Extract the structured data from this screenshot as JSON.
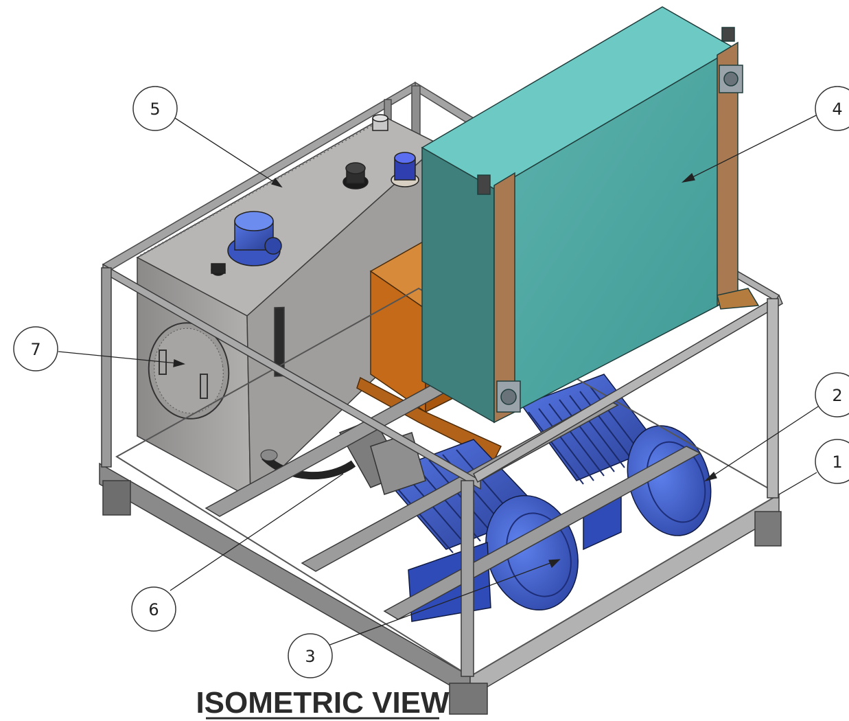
{
  "caption": "ISOMETRIC VIEW",
  "balloons": [
    {
      "id": "b1",
      "label": "1"
    },
    {
      "id": "b2",
      "label": "2"
    },
    {
      "id": "b3",
      "label": "3"
    },
    {
      "id": "b4",
      "label": "4"
    },
    {
      "id": "b5",
      "label": "5"
    },
    {
      "id": "b6",
      "label": "6"
    },
    {
      "id": "b7",
      "label": "7"
    }
  ],
  "colors": {
    "frame": "#9a9a9a",
    "frame_dark": "#5c5c5c",
    "tank": "#a9a7a6",
    "tank_top": "#b9b7b6",
    "motor": "#3f5fd0",
    "motor_dark": "#2a3f95",
    "cooler_front": "#55a8a4",
    "cooler_side": "#3f7f7c",
    "cooler_top": "#6cc9c4",
    "wood": "#a97a52",
    "panel": "#c96a1b"
  }
}
